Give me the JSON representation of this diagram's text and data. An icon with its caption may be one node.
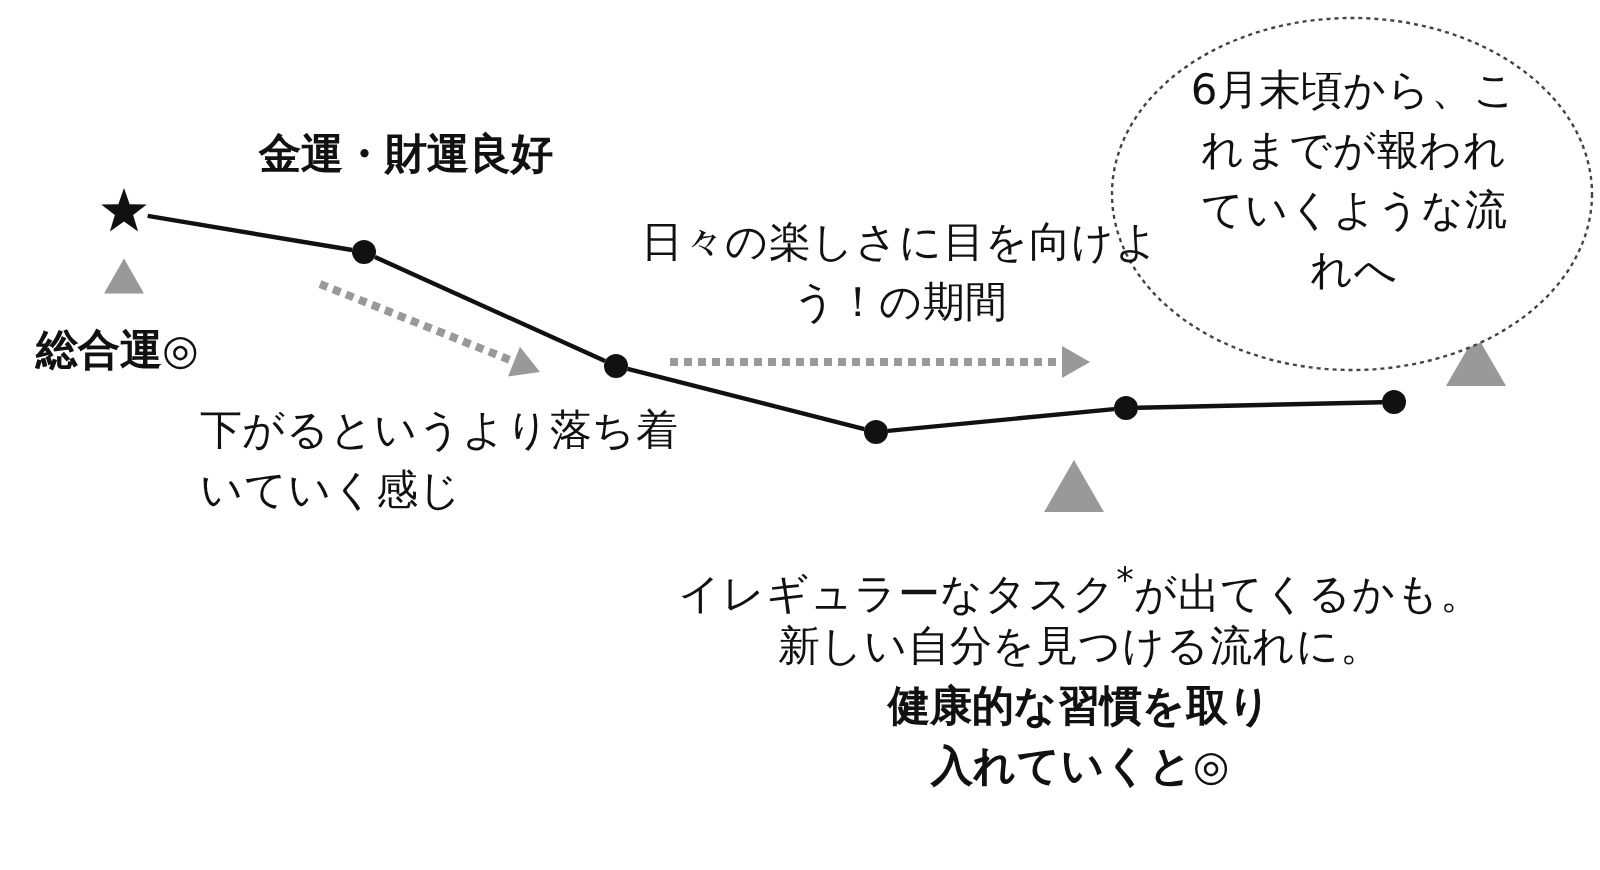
{
  "diagram": {
    "nodes": [
      {
        "text": [],
        "shape": "star"
      },
      {
        "text": [],
        "shape": "circle"
      },
      {
        "text": [],
        "shape": "circle"
      },
      {
        "text": [],
        "shape": "circle"
      },
      {
        "text": [],
        "shape": "circle"
      },
      {
        "text": [],
        "shape": "circle"
      },
      {
        "text": [
          "6月末頃から、これまでが報われていくような流れへ"
        ]
      }
    ],
    "edges": [
      {
        "from": 0,
        "to": 1,
        "arrow": "none"
      },
      {
        "from": 1,
        "to": 2,
        "arrow": "none"
      },
      {
        "from": 2,
        "to": 3,
        "arrow": "none"
      },
      {
        "from": 3,
        "to": 4,
        "arrow": "none"
      },
      {
        "from": 4,
        "to": 5,
        "arrow": "none"
      }
    ],
    "labels": [
      "金運・財運良好",
      "総合運◎",
      "下がるというより落ち着いていく感じ",
      "日々の楽しさに目を向けよう！の期間",
      "イレギュラーなタスク$^{*}$が出てくるかも。",
      "新しい自分を見つける流れに。",
      "健康的な習慣を取り入れていくと◎"
    ]
  }
}
